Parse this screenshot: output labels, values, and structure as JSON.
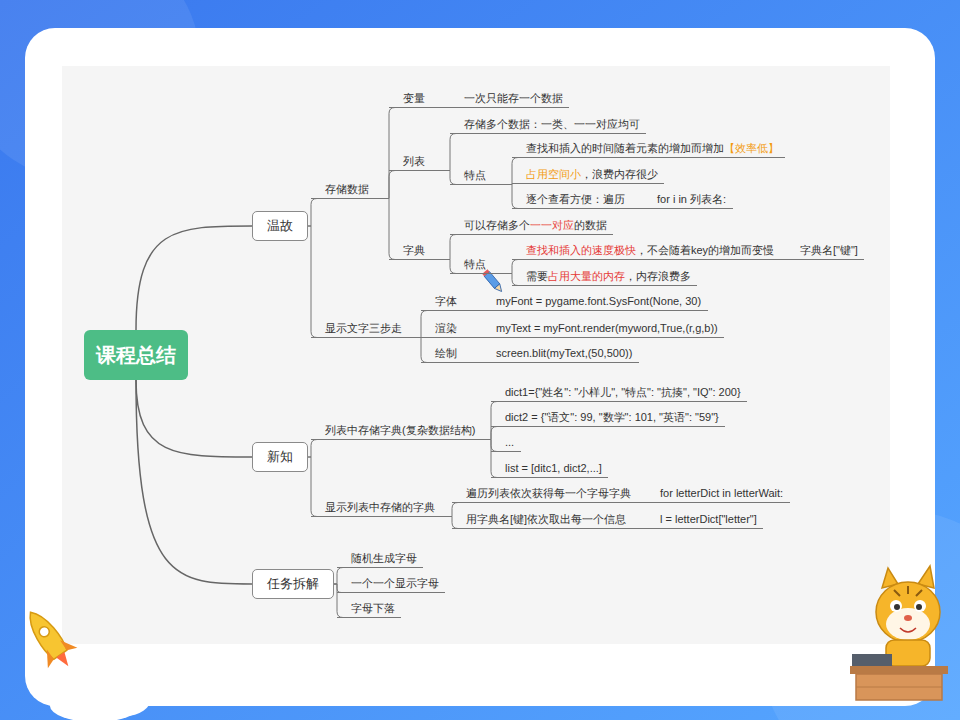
{
  "diagram": {
    "nodes": [
      {
        "text": [
          "课程总结"
        ]
      },
      {
        "text": [
          "温故"
        ]
      },
      {
        "text": [
          "存储数据"
        ]
      },
      {
        "text": [
          "变量"
        ]
      },
      {
        "text": [
          "一次只能存一个数据"
        ]
      },
      {
        "text": [
          "列表"
        ]
      },
      {
        "text": [
          "存储多个数据：一类、一一对应均可"
        ]
      },
      {
        "text": [
          "特点"
        ]
      },
      {
        "text": [
          "查找和插入的时间随着元素的增加而增加",
          "【效率低】"
        ]
      },
      {
        "text": [
          "占用空间小",
          "，浪费内存很少"
        ]
      },
      {
        "text": [
          "逐个查看方便：遍历"
        ]
      },
      {
        "text": [
          "for i in 列表名:"
        ]
      },
      {
        "text": [
          "字典"
        ]
      },
      {
        "text": [
          "可以存储多个",
          "一一对应",
          "的数据"
        ]
      },
      {
        "text": [
          "特点"
        ]
      },
      {
        "text": [
          "查找和插入的速度极快",
          "，不会随着key的增加而变慢"
        ]
      },
      {
        "text": [
          "字典名[\"键\"]"
        ]
      },
      {
        "text": [
          "需要",
          "占用大量的内存",
          "，内存浪费多"
        ]
      },
      {
        "text": [
          "显示文字三步走"
        ]
      },
      {
        "text": [
          "字体"
        ]
      },
      {
        "text": [
          "myFont = pygame.font.SysFont(None, 30)"
        ]
      },
      {
        "text": [
          "渲染"
        ]
      },
      {
        "text": [
          "myText = myFont.render(myword,True,(r,g,b))"
        ]
      },
      {
        "text": [
          "绘制"
        ]
      },
      {
        "text": [
          "screen.blit(myText,(50,500))"
        ]
      },
      {
        "text": [
          "新知"
        ]
      },
      {
        "text": [
          "列表中存储字典(复杂数据结构)"
        ]
      },
      {
        "text": [
          "dict1={\"姓名\": \"小样儿\", \"特点\": \"抗揍\", \"IQ\": 200}"
        ]
      },
      {
        "text": [
          "dict2 = {\"语文\": 99, \"数学\": 101, \"英语\": \"59\"}"
        ]
      },
      {
        "text": [
          "..."
        ]
      },
      {
        "text": [
          "list = [ditc1, dict2,...]"
        ]
      },
      {
        "text": [
          "显示列表中存储的字典"
        ]
      },
      {
        "text": [
          "遍历列表依次获得每一个字母字典"
        ]
      },
      {
        "text": [
          "for letterDict in letterWait:"
        ]
      },
      {
        "text": [
          "用字典名[键]依次取出每一个信息"
        ]
      },
      {
        "text": [
          "l = letterDict[\"letter\"]"
        ]
      },
      {
        "text": [
          "任务拆解"
        ]
      },
      {
        "text": [
          "随机生成字母"
        ]
      },
      {
        "text": [
          "一个一个显示字母"
        ]
      },
      {
        "text": [
          "字母下落"
        ]
      }
    ],
    "edges": [
      {
        "from": 0,
        "to": 1,
        "arrow": "none"
      },
      {
        "from": 0,
        "to": 25,
        "arrow": "none"
      },
      {
        "from": 0,
        "to": 36,
        "arrow": "none"
      },
      {
        "from": 1,
        "to": 2,
        "arrow": "none"
      },
      {
        "from": 1,
        "to": 18,
        "arrow": "none"
      },
      {
        "from": 2,
        "to": 3,
        "arrow": "none"
      },
      {
        "from": 2,
        "to": 5,
        "arrow": "none"
      },
      {
        "from": 2,
        "to": 12,
        "arrow": "none"
      },
      {
        "from": 3,
        "to": 4,
        "arrow": "none"
      },
      {
        "from": 5,
        "to": 6,
        "arrow": "none"
      },
      {
        "from": 5,
        "to": 7,
        "arrow": "none"
      },
      {
        "from": 7,
        "to": 8,
        "arrow": "none"
      },
      {
        "from": 7,
        "to": 9,
        "arrow": "none"
      },
      {
        "from": 7,
        "to": 10,
        "arrow": "none"
      },
      {
        "from": 10,
        "to": 11,
        "arrow": "none"
      },
      {
        "from": 12,
        "to": 13,
        "arrow": "none"
      },
      {
        "from": 12,
        "to": 14,
        "arrow": "none"
      },
      {
        "from": 14,
        "to": 15,
        "arrow": "none"
      },
      {
        "from": 14,
        "to": 17,
        "arrow": "none"
      },
      {
        "from": 15,
        "to": 16,
        "arrow": "none"
      },
      {
        "from": 18,
        "to": 19,
        "arrow": "none"
      },
      {
        "from": 18,
        "to": 21,
        "arrow": "none"
      },
      {
        "from": 18,
        "to": 23,
        "arrow": "none"
      },
      {
        "from": 19,
        "to": 20,
        "arrow": "none"
      },
      {
        "from": 21,
        "to": 22,
        "arrow": "none"
      },
      {
        "from": 23,
        "to": 24,
        "arrow": "none"
      },
      {
        "from": 25,
        "to": 26,
        "arrow": "none"
      },
      {
        "from": 25,
        "to": 31,
        "arrow": "none"
      },
      {
        "from": 26,
        "to": 27,
        "arrow": "none"
      },
      {
        "from": 26,
        "to": 28,
        "arrow": "none"
      },
      {
        "from": 26,
        "to": 29,
        "arrow": "none"
      },
      {
        "from": 26,
        "to": 30,
        "arrow": "none"
      },
      {
        "from": 31,
        "to": 32,
        "arrow": "none"
      },
      {
        "from": 31,
        "to": 34,
        "arrow": "none"
      },
      {
        "from": 32,
        "to": 33,
        "arrow": "none"
      },
      {
        "from": 34,
        "to": 35,
        "arrow": "none"
      },
      {
        "from": 36,
        "to": 37,
        "arrow": "none"
      },
      {
        "from": 36,
        "to": 38,
        "arrow": "none"
      },
      {
        "from": 36,
        "to": 39,
        "arrow": "none"
      }
    ]
  }
}
